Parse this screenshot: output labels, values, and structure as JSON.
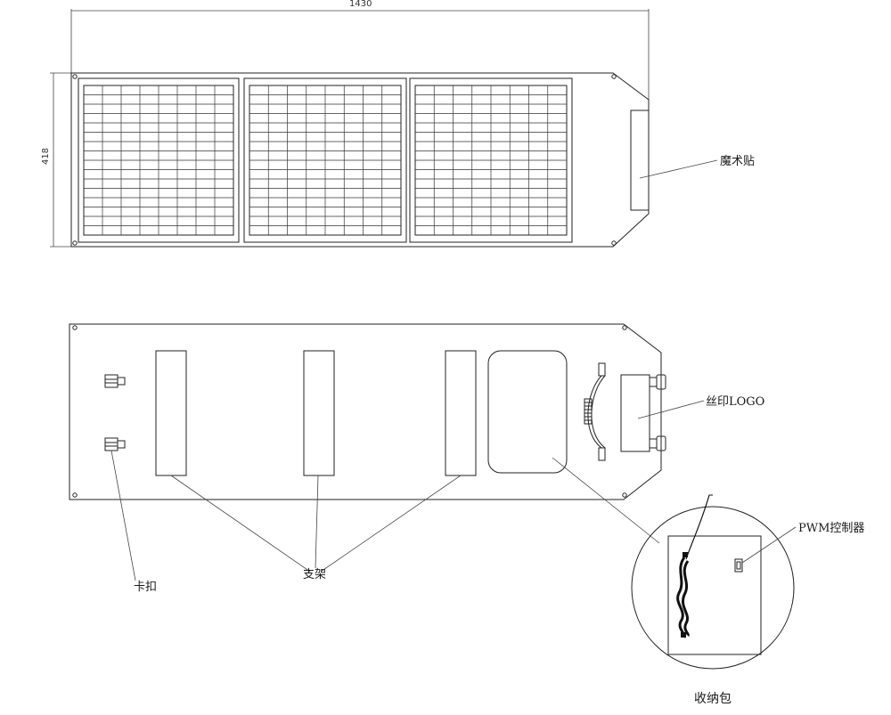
{
  "dimensions": {
    "width_label": "1430",
    "height_label": "418"
  },
  "labels": {
    "velcro": "魔术贴",
    "silkscreen_logo": "丝印LOGO",
    "pwm_controller": "PWM控制器",
    "stand": "支架",
    "buckle": "卡扣",
    "storage_bag": "收纳包"
  }
}
